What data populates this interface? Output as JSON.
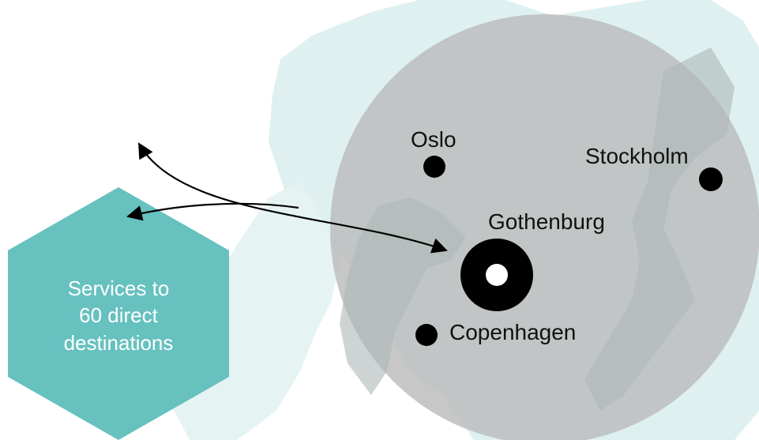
{
  "map": {
    "colors": {
      "land": "#dff0f0",
      "circle": "#bdbdbd",
      "hexagon": "#66c1bf",
      "marker": "#000000",
      "hub_center": "#ffffff",
      "arrow": "#000000"
    },
    "cities": [
      {
        "name": "Oslo",
        "type": "city"
      },
      {
        "name": "Stockholm",
        "type": "city"
      },
      {
        "name": "Gothenburg",
        "type": "hub"
      },
      {
        "name": "Copenhagen",
        "type": "city"
      }
    ],
    "callout": {
      "line1": "Services to",
      "line2": "60 direct",
      "line3": "destinations"
    }
  }
}
